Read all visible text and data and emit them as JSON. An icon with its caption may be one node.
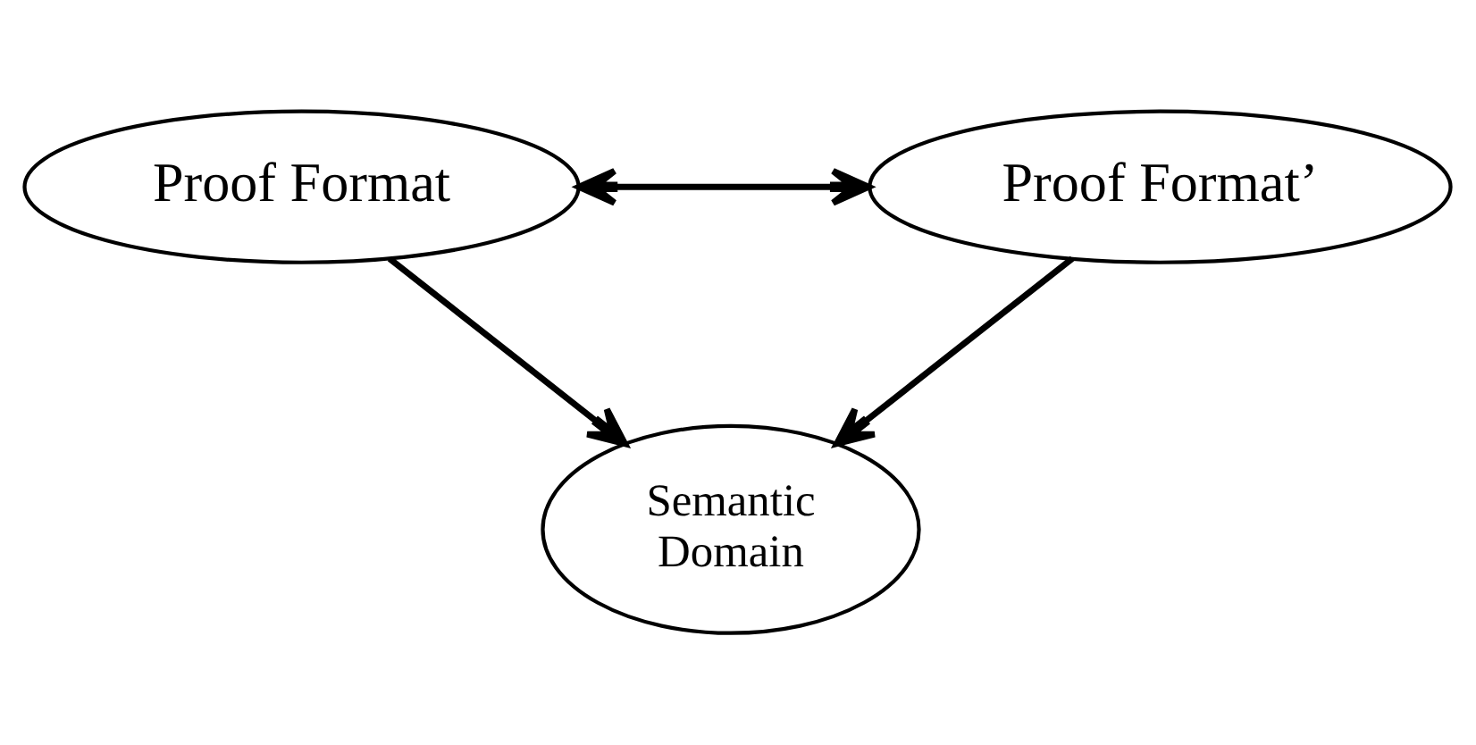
{
  "diagram": {
    "nodes": [
      {
        "text": [
          "Proof Format"
        ]
      },
      {
        "text": [
          "Proof Format’"
        ]
      },
      {
        "text": [
          "Semantic Domain"
        ]
      }
    ],
    "edges": [
      {
        "from": 0,
        "to": 1,
        "arrow": "both"
      },
      {
        "from": 0,
        "to": 2,
        "arrow": "to"
      },
      {
        "from": 1,
        "to": 2,
        "arrow": "to"
      }
    ]
  }
}
